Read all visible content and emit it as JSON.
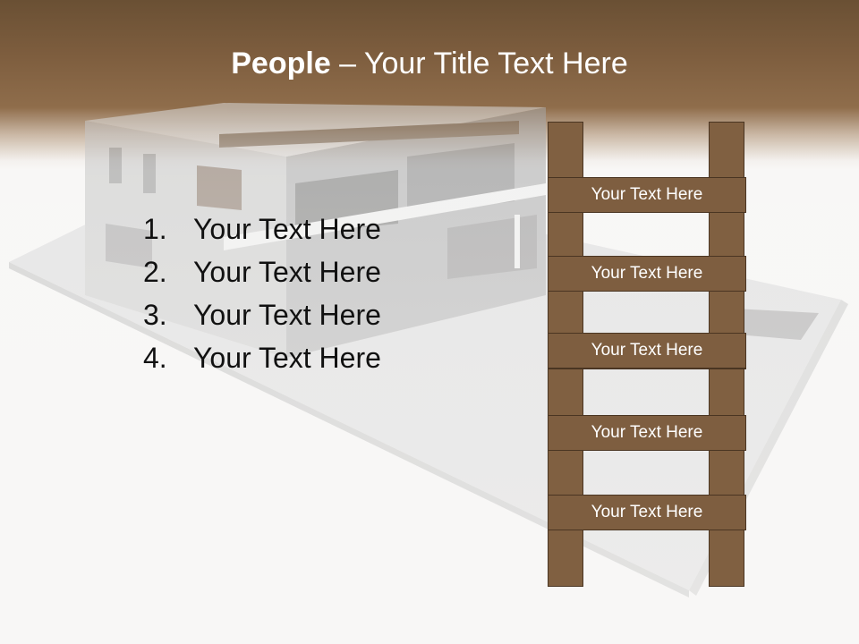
{
  "slide": {
    "title_bold": "People",
    "title_rest": " – Your Title Text Here"
  },
  "list": [
    {
      "num": "1.",
      "text": "Your Text Here"
    },
    {
      "num": "2.",
      "text": "Your Text Here"
    },
    {
      "num": "3.",
      "text": "Your Text Here"
    },
    {
      "num": "4.",
      "text": "Your Text Here"
    }
  ],
  "ladder": {
    "rungs": [
      "Your Text Here",
      "Your Text Here",
      "Your Text Here",
      "Your Text Here",
      "Your Text Here"
    ]
  },
  "colors": {
    "header_brown": "#7d5d3e",
    "ladder_brown": "#7e5e40",
    "background": "#f8f7f6"
  }
}
